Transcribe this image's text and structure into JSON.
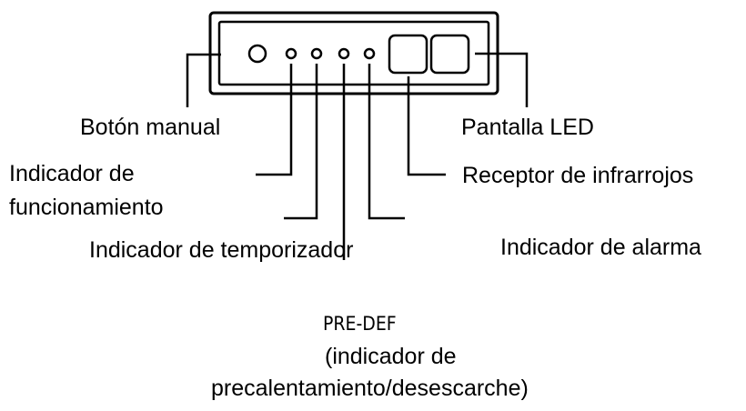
{
  "labels": {
    "manual_button": "Botón manual",
    "led_display": "Pantalla LED",
    "operation_indicator_line1": "Indicador de",
    "operation_indicator_line2": "funcionamiento",
    "infrared_receiver": "Receptor de infrarrojos",
    "timer_indicator": "Indicador de temporizador",
    "alarm_indicator": "Indicador de alarma",
    "predef_line1": "PRE-DEF",
    "predef_line2": "(indicador de",
    "predef_line3": "precalentamiento/desescarche)"
  },
  "colors": {
    "line": "#000000",
    "background": "#ffffff"
  }
}
